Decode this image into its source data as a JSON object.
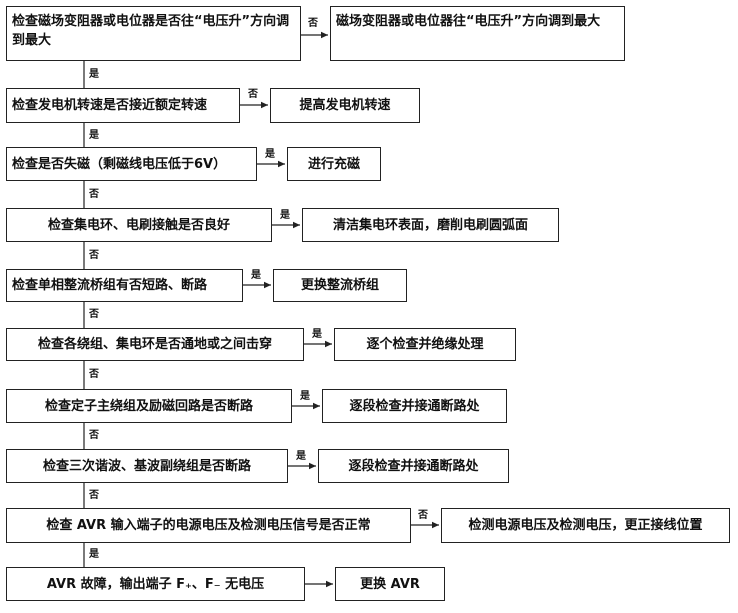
{
  "steps": [
    {
      "check": "检查磁场变阻器或电位器是否往“电压升”方向调到最大",
      "branch": "否",
      "action": "磁场变阻器或电位器往“电压升”方向调到最大"
    },
    {
      "check": "检查发电机转速是否接近额定转速",
      "branch": "否",
      "action": "提高发电机转速"
    },
    {
      "check": "检查是否失磁（剩磁线电压低于6V）",
      "branch": "是",
      "action": "进行充磁"
    },
    {
      "check": "检查集电环、电刷接触是否良好",
      "branch": "是",
      "action": "清洁集电环表面，磨削电刷圆弧面"
    },
    {
      "check": "检查单相整流桥组有否短路、断路",
      "branch": "是",
      "action": "更换整流桥组"
    },
    {
      "check": "检查各绕组、集电环是否通地或之间击穿",
      "branch": "是",
      "action": "逐个检查并绝缘处理"
    },
    {
      "check": "检查定子主绕组及励磁回路是否断路",
      "branch": "是",
      "action": "逐段检查并接通断路处"
    },
    {
      "check": "检查三次谐波、基波副绕组是否断路",
      "branch": "是",
      "action": "逐段检查并接通断路处"
    },
    {
      "check": "检查 AVR 输入端子的电源电压及检测电压信号是否正常",
      "branch": "否",
      "action": "检测电源电压及检测电压，更正接线位置"
    },
    {
      "check": "AVR 故障，输出端子 F₊、F₋ 无电压",
      "branch": "",
      "action": "更换 AVR"
    }
  ],
  "down_labels": [
    "是",
    "是",
    "否",
    "否",
    "否",
    "否",
    "否",
    "否",
    "是"
  ]
}
